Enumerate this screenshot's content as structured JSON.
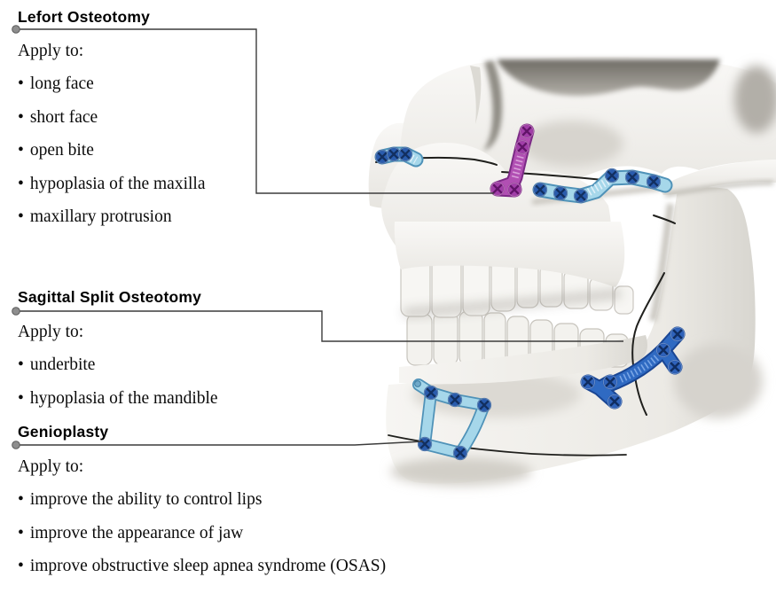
{
  "ui": {
    "bullet_char": "•"
  },
  "sections": [
    {
      "id": "lefort",
      "title": "Lefort Osteotomy",
      "apply_label": "Apply to:",
      "items": [
        "long face",
        "short face",
        "open bite",
        "hypoplasia of the maxilla",
        "maxillary protrusion"
      ]
    },
    {
      "id": "sagittal-split",
      "title": "Sagittal Split Osteotomy",
      "apply_label": "Apply to:",
      "items": [
        "underbite",
        "hypoplasia of the mandible"
      ]
    },
    {
      "id": "genioplasty",
      "title": "Genioplasty",
      "apply_label": "Apply to:",
      "items": [
        "improve the ability to control lips",
        "improve the appearance of jaw",
        "improve obstructive sleep apnea syndrome (OSAS)"
      ]
    }
  ],
  "figure": {
    "alt": "Lateral 3D skull model with osteotomy cut lines and titanium fixation plates",
    "bone_color": "#f2f1ee",
    "leader_line_color": "#3c3c3c",
    "cut_line_color": "#1f1f1c",
    "plate_colors": {
      "purple_body": "#b14fb3",
      "purple_outline": "#7c2a86",
      "light_blue_body": "#a6d7ea",
      "light_blue_outline": "#4f92b8",
      "dark_blue_body": "#2f6ac2",
      "dark_blue_outline": "#1a4694",
      "screw_blue": "#2a5cae",
      "screw_purple": "#a13ea8"
    },
    "plates": [
      {
        "name": "lefort-anterior-plate",
        "color": "#b14fb3"
      },
      {
        "name": "zygomatic-buttress-plate",
        "color": "#a6d7ea"
      },
      {
        "name": "posterior-maxilla-plate",
        "color": "#a6d7ea"
      },
      {
        "name": "sagittal-split-plate",
        "color": "#2f6ac2"
      },
      {
        "name": "genioplasty-plate",
        "color": "#a6d7ea"
      }
    ]
  }
}
